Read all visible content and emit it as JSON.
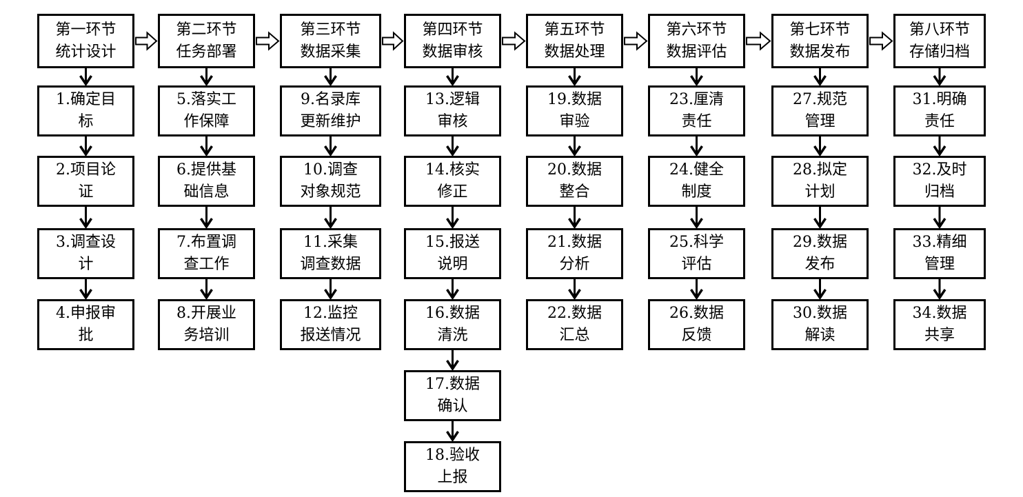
{
  "stages": [
    {
      "title": "第一环节\n统计设计",
      "steps": [
        "1.确定目\n标",
        "2.项目论\n证",
        "3.调查设\n计",
        "4.申报审\n批"
      ]
    },
    {
      "title": "第二环节\n任务部署",
      "steps": [
        "5.落实工\n作保障",
        "6.提供基\n础信息",
        "7.布置调\n查工作",
        "8.开展业\n务培训"
      ]
    },
    {
      "title": "第三环节\n数据采集",
      "steps": [
        "9.名录库\n更新维护",
        "10.调查\n对象规范",
        "11.采集\n调查数据",
        "12.监控\n报送情况"
      ]
    },
    {
      "title": "第四环节\n数据审核",
      "steps": [
        "13.逻辑\n审核",
        "14.核实\n修正",
        "15.报送\n说明",
        "16.数据\n清洗",
        "17.数据\n确认",
        "18.验收\n上报"
      ]
    },
    {
      "title": "第五环节\n数据处理",
      "steps": [
        "19.数据\n审验",
        "20.数据\n整合",
        "21.数据\n分析",
        "22.数据\n汇总"
      ]
    },
    {
      "title": "第六环节\n数据评估",
      "steps": [
        "23.厘清\n责任",
        "24.健全\n制度",
        "25.科学\n评估",
        "26.数据\n反馈"
      ]
    },
    {
      "title": "第七环节\n数据发布",
      "steps": [
        "27.规范\n管理",
        "28.拟定\n计划",
        "29.数据\n发布",
        "30.数据\n解读"
      ]
    },
    {
      "title": "第八环节\n存储归档",
      "steps": [
        "31.明确\n责任",
        "32.及时\n归档",
        "33.精细\n管理",
        "34.数据\n共享"
      ]
    }
  ]
}
